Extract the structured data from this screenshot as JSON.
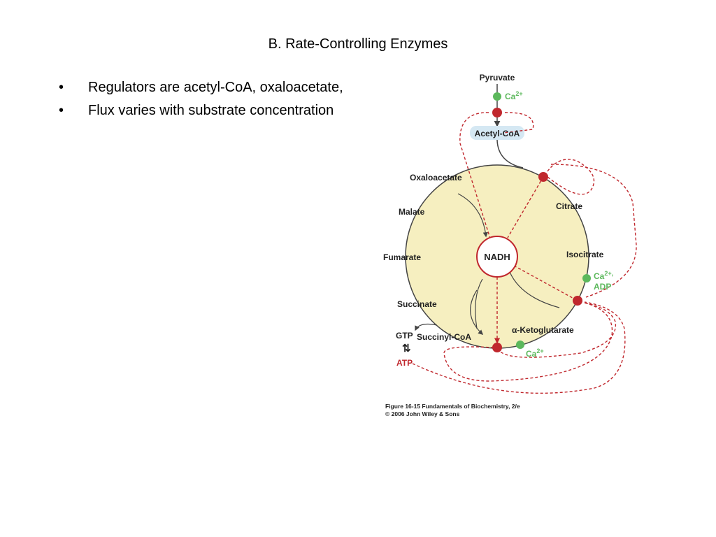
{
  "slide": {
    "title": "B.  Rate-Controlling Enzymes",
    "bullet_char": "•",
    "bullets": [
      "Regulators are acetyl-CoA, oxaloacetate,",
      "Flux varies with substrate concentration"
    ]
  },
  "diagram": {
    "colors": {
      "circle_fill": "#f6efc0",
      "inhibition": "#c0272d",
      "activation": "#5cb85c",
      "arrow": "#444444",
      "acetyl_highlight": "#d5e8f3"
    },
    "labels": {
      "pyruvate": "Pyruvate",
      "acetyl_coa": "Acetyl-CoA",
      "oxaloacetate": "Oxaloacetate",
      "citrate": "Citrate",
      "malate": "Malate",
      "isocitrate": "Isocitrate",
      "fumarate": "Fumarate",
      "nadh": "NADH",
      "succinate": "Succinate",
      "ketoglutarate": "α-Ketoglutarate",
      "succinyl_coa": "Succinyl-CoA",
      "gtp": "GTP",
      "atp": "ATP",
      "exchange": "⇅"
    },
    "activators": {
      "ca_top": {
        "base": "Ca",
        "sup": "2+"
      },
      "ca_right": {
        "base": "Ca",
        "sup": "2+,",
        "line2": "ADP"
      },
      "ca_bottom": {
        "base": "Ca",
        "sup": "2+"
      }
    },
    "caption": {
      "line1": "Figure 16-15  Fundamentals of Biochemistry, 2/e",
      "line2": "© 2006 John Wiley & Sons"
    }
  }
}
